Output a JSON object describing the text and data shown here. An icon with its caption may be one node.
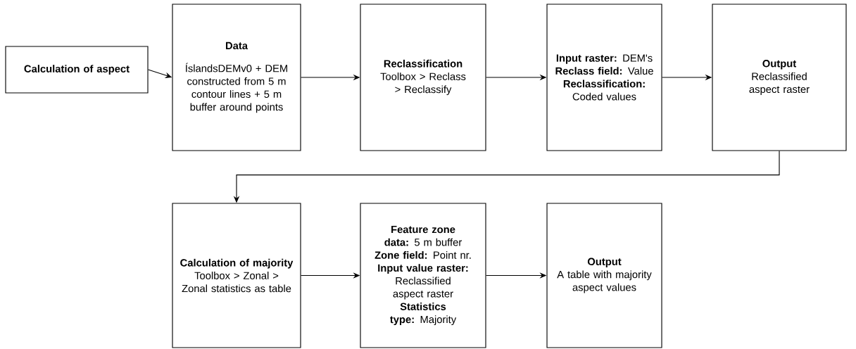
{
  "diagram": {
    "nodes": [
      {
        "text": [
          "Calculation of aspect"
        ]
      },
      {
        "text": [
          "Data",
          "ÍslandsDEMv0 + DEM constructed from 5 m contour lines + 5 m buffer around points"
        ]
      },
      {
        "text": [
          "Reclassification",
          "Toolbox > Reclass > Reclassify"
        ]
      },
      {
        "text": [
          "**Input raster:** DEM's",
          "**Reclass field:** Value",
          "**Reclassification:** Coded values"
        ]
      },
      {
        "text": [
          "Output",
          "Reclassified aspect raster"
        ]
      },
      {
        "text": [
          "Calculation of majority",
          "Toolbox > Zonal > Zonal statistics as table"
        ]
      },
      {
        "text": [
          "**Feature zone data:** 5 m buffer",
          "**Zone field:** Point nr.",
          "**Input value raster:** Reclassified aspect raster",
          "**Statistics type:** Majority"
        ]
      },
      {
        "text": [
          "Output",
          "A table with majority aspect values"
        ]
      }
    ],
    "edges": [
      {
        "from": 0,
        "to": 1,
        "arrow": "to"
      },
      {
        "from": 1,
        "to": 2,
        "arrow": "to"
      },
      {
        "from": 2,
        "to": 3,
        "arrow": "to"
      },
      {
        "from": 3,
        "to": 4,
        "arrow": "to"
      },
      {
        "from": 4,
        "to": 5,
        "arrow": "to"
      },
      {
        "from": 5,
        "to": 6,
        "arrow": "to"
      },
      {
        "from": 6,
        "to": 7,
        "arrow": "to"
      }
    ]
  }
}
